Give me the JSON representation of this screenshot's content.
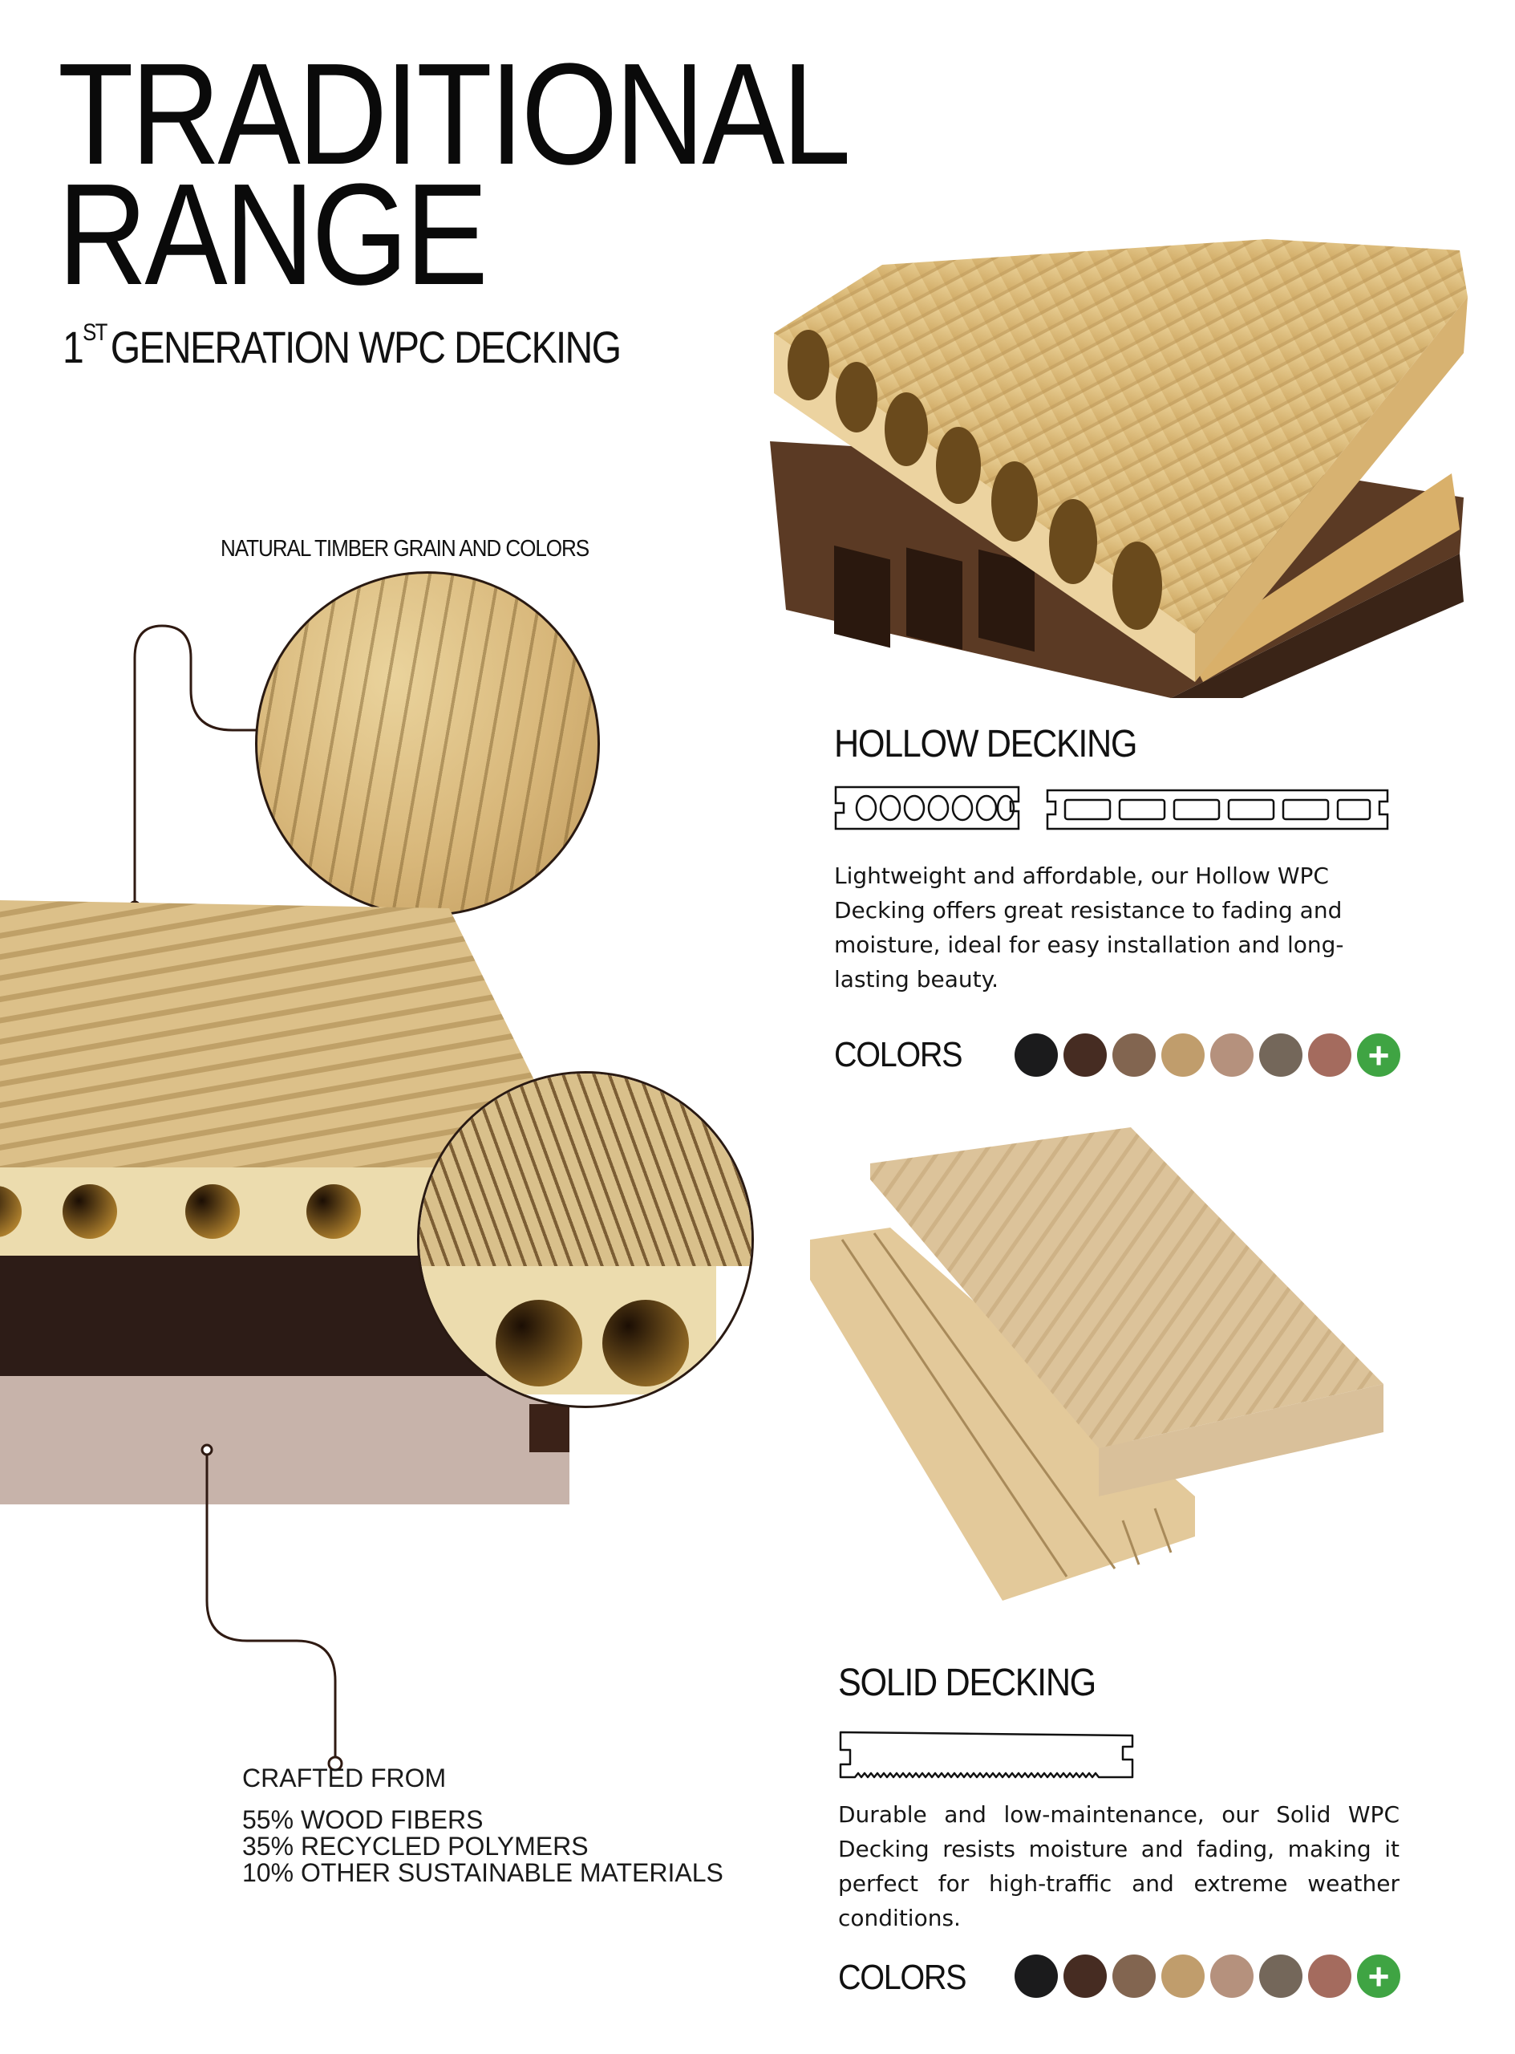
{
  "header": {
    "title_line1": "TRADITIONAL",
    "title_line2": "RANGE",
    "subtitle_number": "1",
    "subtitle_sup": "ST",
    "subtitle_rest": "GENERATION WPC DECKING"
  },
  "left_feature": {
    "grain_caption": "NATURAL TIMBER GRAIN AND COLORS",
    "crafted_title": "CRAFTED FROM",
    "composition": [
      "55% WOOD FIBERS",
      "35% RECYCLED POLYMERS",
      "10% OTHER SUSTAINABLE MATERIALS"
    ]
  },
  "hollow": {
    "title": "HOLLOW DECKING",
    "description": "Lightweight and affordable, our Hollow WPC Decking offers great resistance to fading and moisture, ideal for easy installation and long-lasting beauty.",
    "colors_label": "COLORS",
    "more_colors_icon": "+"
  },
  "solid": {
    "title": "SOLID DECKING",
    "description": "Durable and low-maintenance, our Solid WPC Decking resists moisture and fading, making it perfect for high-traffic and extreme weather conditions.",
    "colors_label": "COLORS",
    "more_colors_icon": "+"
  },
  "swatches": [
    "#1b1b1c",
    "#462c22",
    "#826550",
    "#c09d6c",
    "#b5917d",
    "#74675a",
    "#a46b5e"
  ],
  "accent": {
    "callout_line": "#2f1a12",
    "plus_green": "#3fa443"
  }
}
